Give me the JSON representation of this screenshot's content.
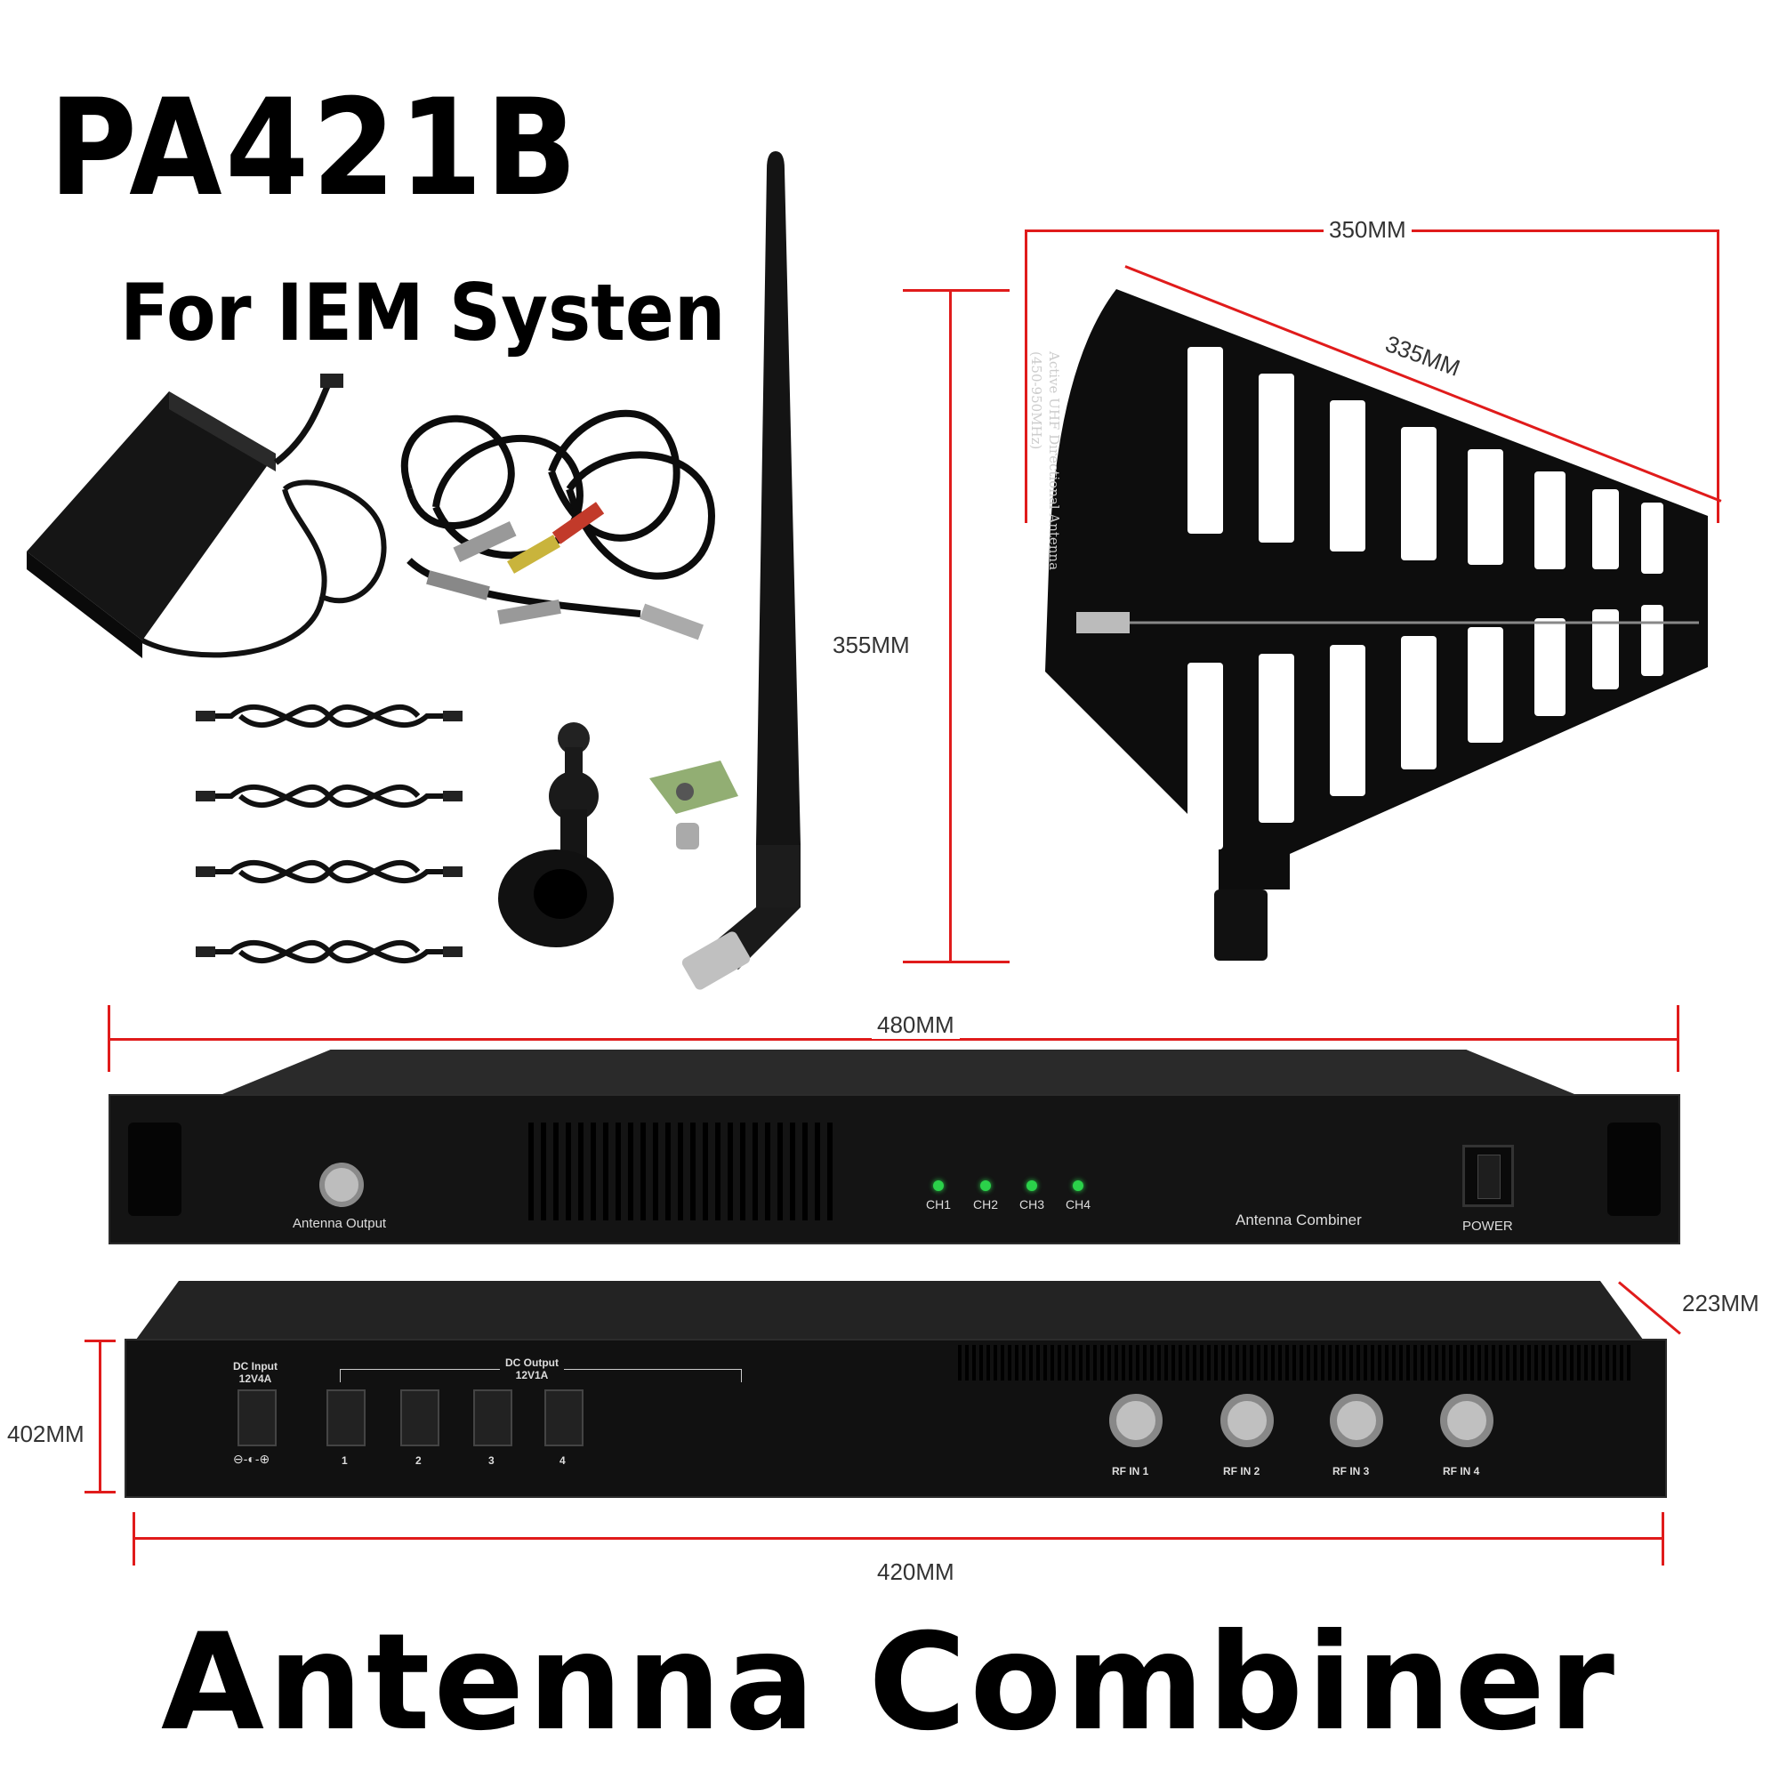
{
  "header": {
    "model": "PA421B",
    "subtitle": "For IEM Systen"
  },
  "footer": {
    "title": "Antenna Combiner"
  },
  "dimensions": {
    "antenna_height": "355MM",
    "paddle_width": "350MM",
    "paddle_diagonal": "335MM",
    "unit_width": "480MM",
    "unit_depth": "223MM",
    "rear_height": "402MM",
    "rear_width": "420MM"
  },
  "paddle_antenna": {
    "label_line1": "Active UHF Directional Antenna",
    "label_line2": "(450-950MHz)"
  },
  "front_panel": {
    "antenna_output": "Antenna Output",
    "channels": [
      "CH1",
      "CH2",
      "CH3",
      "CH4"
    ],
    "product_label": "Antenna Combiner",
    "power_label": "POWER",
    "led_color": "#2bd14a"
  },
  "rear_panel": {
    "dc_input_label": "DC Input",
    "dc_input_spec": "12V4A",
    "dc_output_label": "DC Output",
    "dc_output_spec": "12V1A",
    "dc_output_ports": [
      "1",
      "2",
      "3",
      "4"
    ],
    "polarity_symbol": "⊖-◐-⊕",
    "rf_inputs": [
      "RF IN 1",
      "RF IN 2",
      "RF IN 3",
      "RF IN 4"
    ]
  },
  "colors": {
    "dimension_line": "#e01b1b",
    "chassis": "#1a1a1a"
  }
}
